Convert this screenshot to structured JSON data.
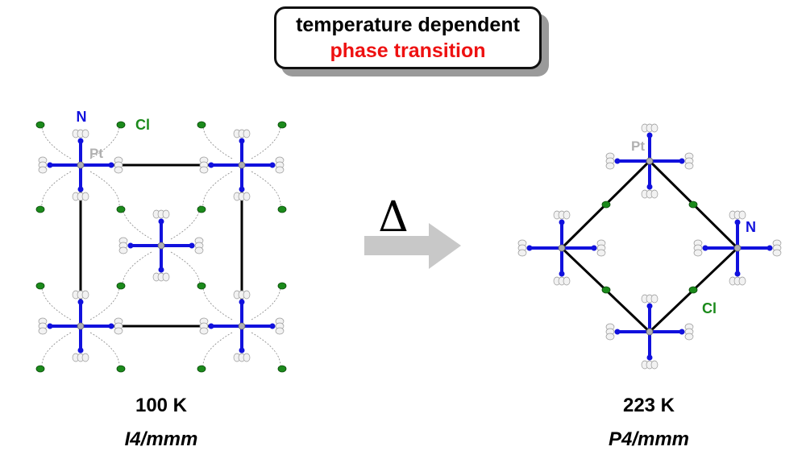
{
  "title": {
    "line1": "temperature dependent",
    "line2": "phase transition"
  },
  "transition_symbol": "Δ",
  "left_panel": {
    "temperature": "100 K",
    "space_group_prefix": "I4",
    "space_group_suffix": "/mmm",
    "labels": {
      "n": "N",
      "cl": "Cl",
      "pt": "Pt"
    }
  },
  "right_panel": {
    "temperature": "223 K",
    "space_group_prefix": "P4",
    "space_group_suffix": "/mmm",
    "labels": {
      "n": "N",
      "cl": "Cl",
      "pt": "Pt"
    }
  },
  "colors": {
    "nitrogen": "#1111dd",
    "chlorine": "#1b8a1b",
    "platinum": "#b0b0b0",
    "hydrogen": "#f2f2f2",
    "cell": "#000000",
    "arrow": "#c8c8c8",
    "title_red": "#ee1111"
  }
}
